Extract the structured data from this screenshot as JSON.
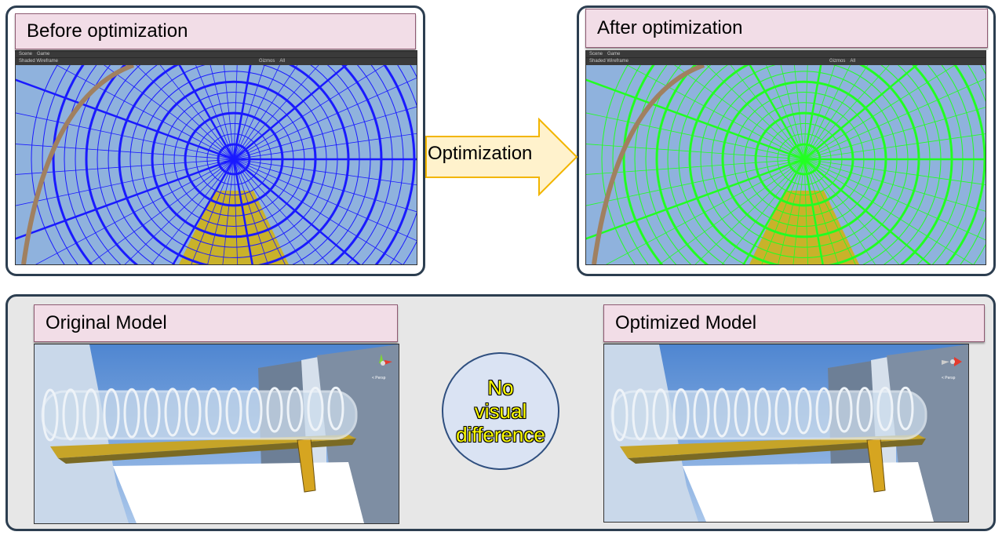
{
  "top_left": {
    "title": "Before optimization",
    "toolbar": {
      "tab_scene": "Scene",
      "tab_game": "Game",
      "mode": "Shaded Wireframe",
      "gizmos": "Gizmos",
      "search": "All"
    },
    "wire_color": "#1a1aff"
  },
  "top_right": {
    "title": "After optimization",
    "toolbar": {
      "tab_scene": "Scene",
      "tab_game": "Game",
      "mode": "Shaded Wireframe",
      "gizmos": "Gizmos",
      "search": "All"
    },
    "wire_color": "#22ff22"
  },
  "arrow": {
    "label": "Optimization",
    "fill": "#fff2cc",
    "stroke": "#f2b500"
  },
  "bottom_left": {
    "title": "Original Model",
    "persp": "< Persp"
  },
  "bottom_right": {
    "title": "Optimized Model",
    "persp": "< Persp"
  },
  "center_note": {
    "line1": "No",
    "line2": "visual",
    "line3": "difference"
  },
  "colors": {
    "panel_border": "#2c3e50",
    "label_bg": "#f2dde7",
    "bottom_bg": "#e7e7e7"
  }
}
